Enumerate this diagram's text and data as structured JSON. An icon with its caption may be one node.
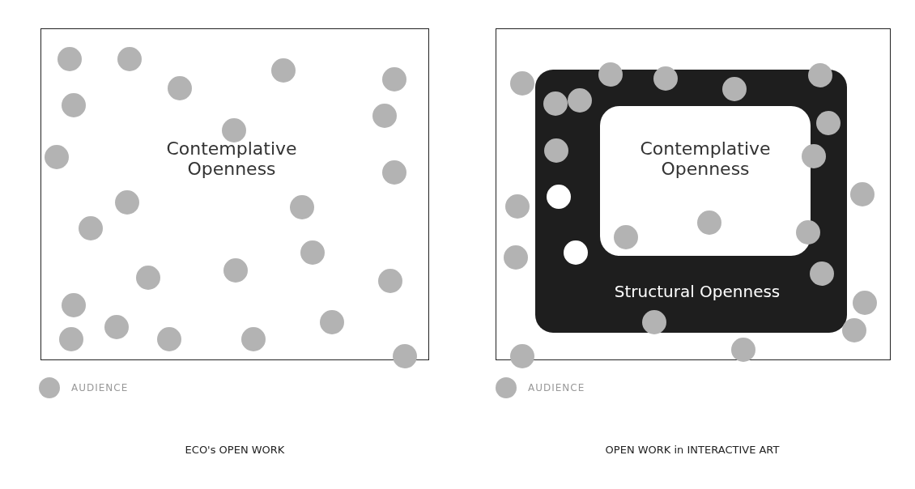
{
  "diagram": {
    "nodes": [
      {
        "text": [
          "Contemplative Openness"
        ]
      },
      {
        "text": [],
        "shape": "box"
      },
      {
        "text": [
          "Structural Openness"
        ],
        "in": 1
      },
      {
        "text": [
          "Contemplative Openness"
        ],
        "in": 2
      }
    ],
    "labels": [
      "ECO's OPEN WORK",
      "OPEN WORK in INTERACTIVE ART"
    ],
    "legend": [
      {
        "text": "AUDIENCE",
        "color": "#b3b3b3"
      },
      {
        "text": "AUDIENCE",
        "color": "#b3b3b3"
      }
    ]
  }
}
